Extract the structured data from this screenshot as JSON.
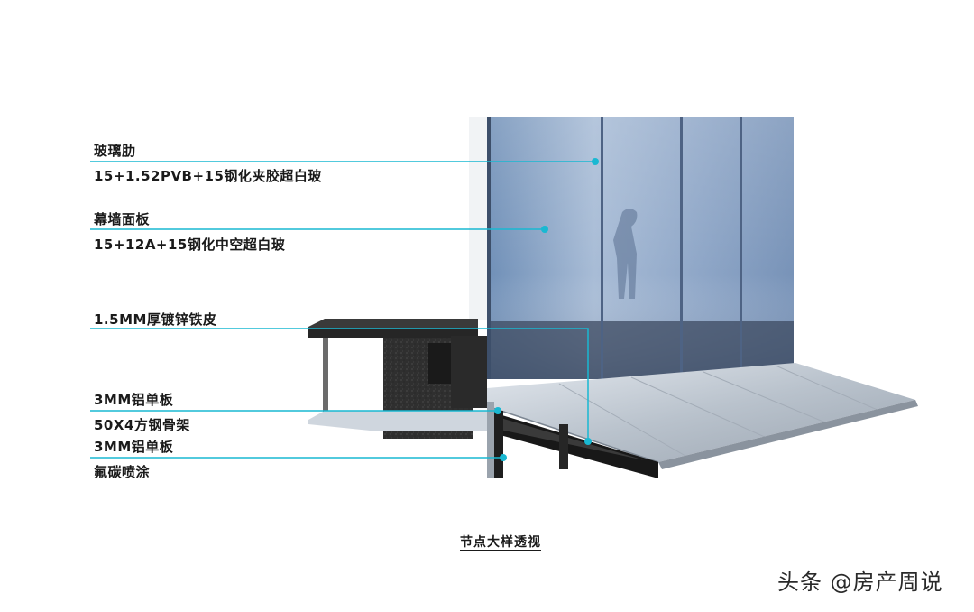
{
  "callouts": [
    {
      "title": "玻璃肋",
      "sub": "15+1.52PVB+15钢化夹胶超白玻"
    },
    {
      "title": "幕墙面板",
      "sub": "15+12A+15钢化中空超白玻"
    },
    {
      "title": "1.5MM厚镀锌铁皮",
      "sub": ""
    },
    {
      "title": "3MM铝单板",
      "sub": "50X4方钢骨架"
    },
    {
      "title": "3MM铝单板",
      "sub": "氟碳喷涂"
    }
  ],
  "caption": "节点大样透视",
  "watermark": "头条 @房产周说",
  "colors": {
    "leader": "#19b8d2",
    "glass": "#8ea6c7",
    "concrete": "#2b2b2b",
    "metal": "#b9c2cc"
  }
}
